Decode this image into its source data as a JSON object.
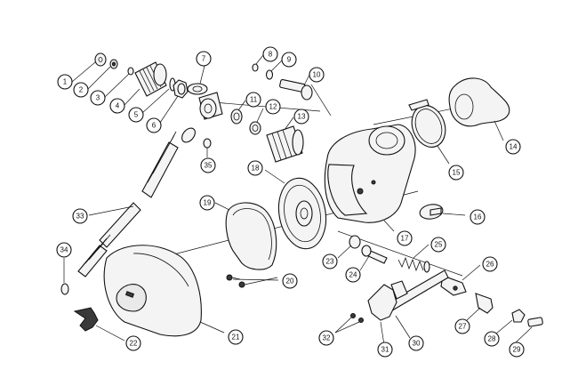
{
  "callouts": [
    {
      "id": "1",
      "label": "1"
    },
    {
      "id": "2",
      "label": "2"
    },
    {
      "id": "3",
      "label": "3"
    },
    {
      "id": "4",
      "label": "4"
    },
    {
      "id": "5",
      "label": "5"
    },
    {
      "id": "6",
      "label": "6"
    },
    {
      "id": "7",
      "label": "7"
    },
    {
      "id": "8",
      "label": "8"
    },
    {
      "id": "9",
      "label": "9"
    },
    {
      "id": "10",
      "label": "10"
    },
    {
      "id": "11",
      "label": "11"
    },
    {
      "id": "12",
      "label": "12"
    },
    {
      "id": "13",
      "label": "13"
    },
    {
      "id": "14",
      "label": "14"
    },
    {
      "id": "15",
      "label": "15"
    },
    {
      "id": "16",
      "label": "16"
    },
    {
      "id": "17",
      "label": "17"
    },
    {
      "id": "18",
      "label": "18"
    },
    {
      "id": "19",
      "label": "19"
    },
    {
      "id": "20",
      "label": "20"
    },
    {
      "id": "21",
      "label": "21"
    },
    {
      "id": "22",
      "label": "22"
    },
    {
      "id": "23",
      "label": "23"
    },
    {
      "id": "24",
      "label": "24"
    },
    {
      "id": "25",
      "label": "25"
    },
    {
      "id": "26",
      "label": "26"
    },
    {
      "id": "27",
      "label": "27"
    },
    {
      "id": "28",
      "label": "28"
    },
    {
      "id": "29",
      "label": "29"
    },
    {
      "id": "30",
      "label": "30"
    },
    {
      "id": "31",
      "label": "31"
    },
    {
      "id": "32",
      "label": "32"
    },
    {
      "id": "33",
      "label": "33"
    },
    {
      "id": "34",
      "label": "34"
    },
    {
      "id": "35",
      "label": "35"
    }
  ]
}
